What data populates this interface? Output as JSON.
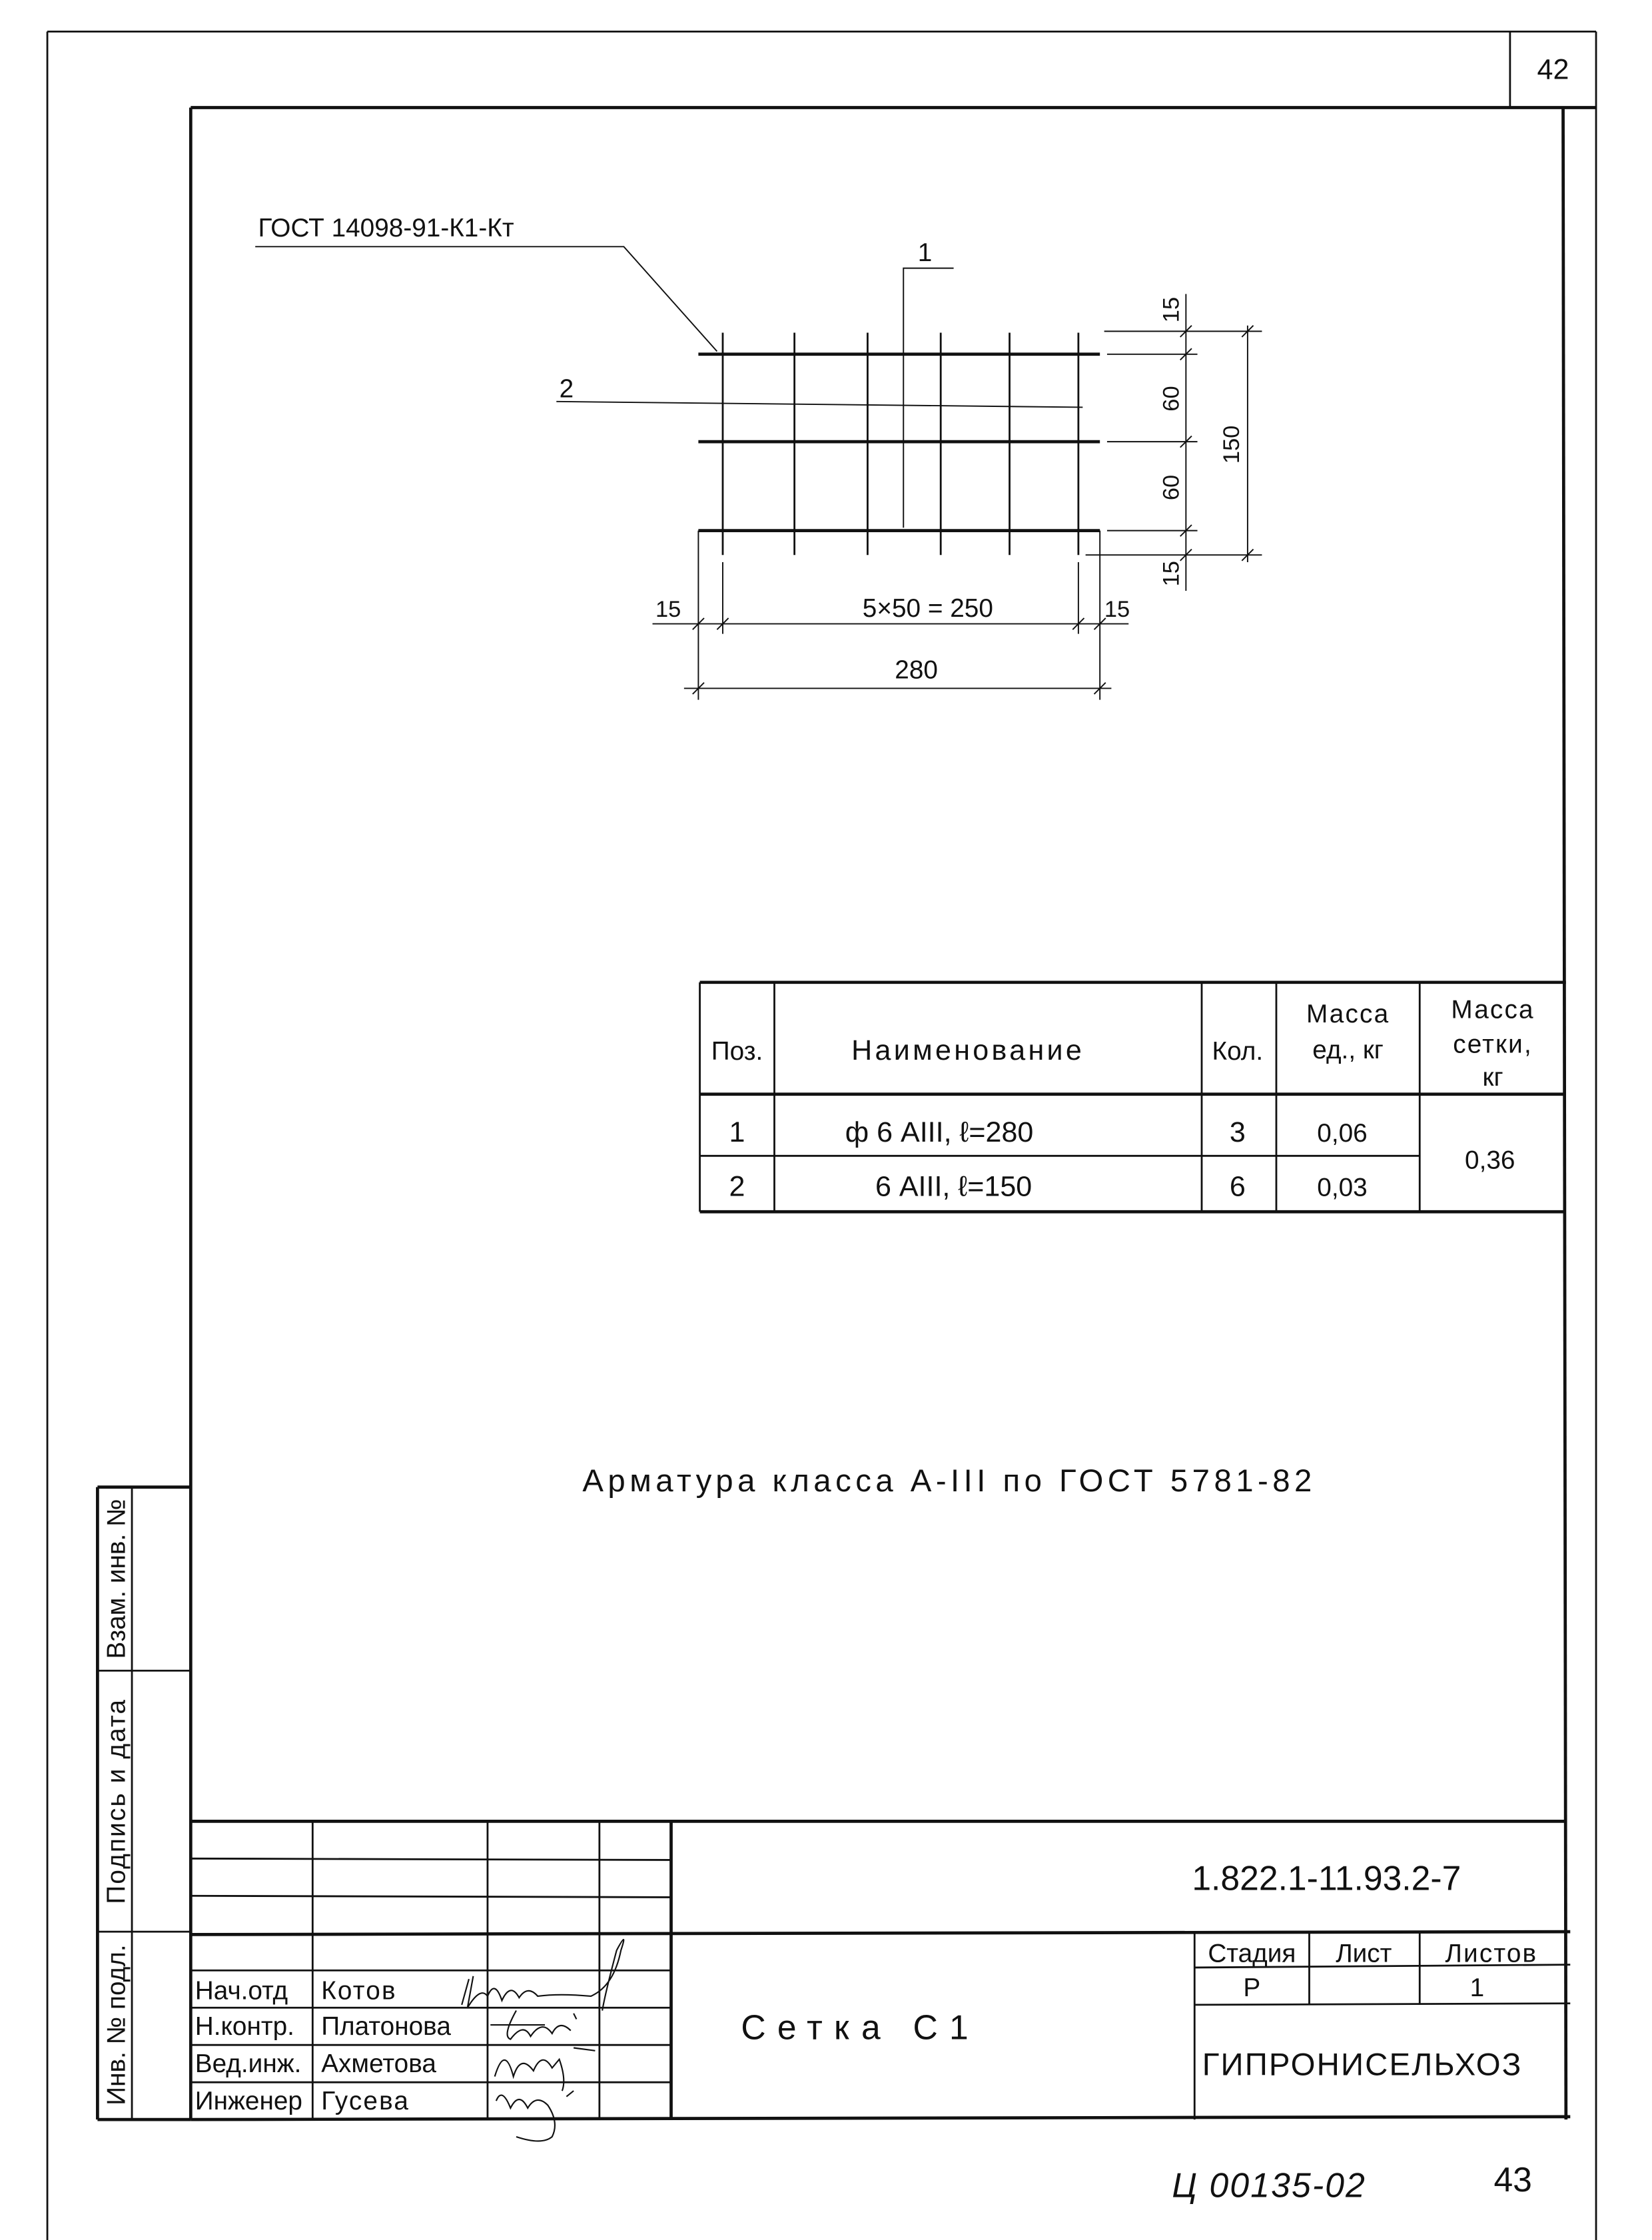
{
  "sheet": {
    "page_number_top": "42",
    "page_number_bottom": "43",
    "archive_code": "Ц 00135-02"
  },
  "drawing": {
    "weld_spec": "ГОСТ 14098-91-К1-Кт",
    "pos1": "1",
    "pos2": "2",
    "dims": {
      "d15_top": "15",
      "d60_a": "60",
      "d60_b": "60",
      "d15_bottom": "15",
      "d150": "150",
      "d15_left": "15",
      "d250": "5×50 = 250",
      "d15_right": "15",
      "d280": "280"
    }
  },
  "spec_table": {
    "headers": {
      "pos": "Поз.",
      "name": "Наименование",
      "qty": "Кол.",
      "unit_mass": [
        "Масса",
        "ед., кг"
      ],
      "mesh_mass": [
        "Масса",
        "сетки,",
        "кг"
      ]
    },
    "rows": [
      {
        "pos": "1",
        "name": "ф 6 АIII,  ℓ=280",
        "qty": "3",
        "unit_mass": "0,06"
      },
      {
        "pos": "2",
        "name": "6 АIII,  ℓ=150",
        "qty": "6",
        "unit_mass": "0,03"
      }
    ],
    "mesh_mass": "0,36"
  },
  "note": "Арматура класса А-III по ГОСТ 5781-82",
  "side_strip": {
    "replacement_inv": "Взам. инв. №",
    "signature_date": "Подпись и дата",
    "original_inv": "Инв. № подл."
  },
  "title_block": {
    "doc_code": "1.822.1-11.93.2-7",
    "title": "Сетка С1",
    "stage_label": "Стадия",
    "sheet_label": "Лист",
    "sheets_label": "Листов",
    "stage": "Р",
    "sheet": "",
    "sheets": "1",
    "organization": "ГИПРОНИСЕЛЬХОЗ",
    "staff": [
      {
        "role": "Нач.отд",
        "name": "Котов"
      },
      {
        "role": "Н.контр.",
        "name": "Платонова"
      },
      {
        "role": "Вед.инж.",
        "name": "Ахметова"
      },
      {
        "role": "Инженер",
        "name": "Гусева"
      }
    ]
  }
}
